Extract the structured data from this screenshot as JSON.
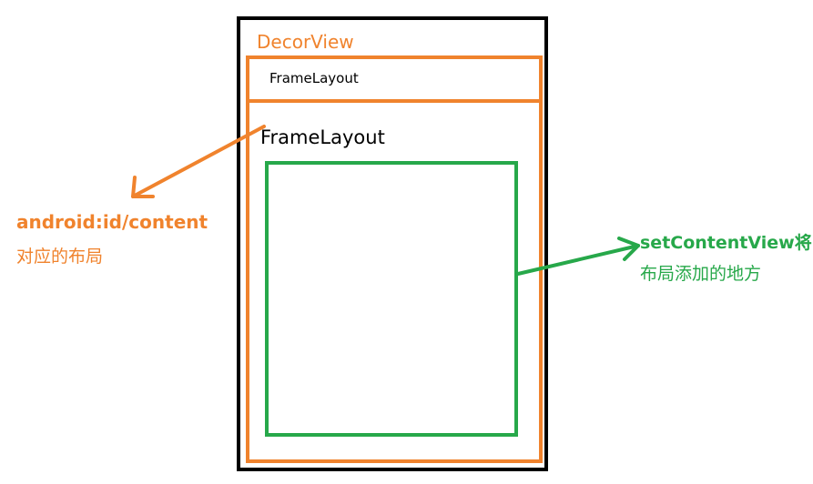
{
  "colors": {
    "orange": "#f0832d",
    "green": "#27a84a",
    "black": "#000000"
  },
  "decor": {
    "label": "DecorView"
  },
  "title_frame": {
    "label": "FrameLayout"
  },
  "content_frame": {
    "label": "FrameLayout"
  },
  "left_annotation": {
    "line1": "android:id/content",
    "line2": "对应的布局"
  },
  "right_annotation": {
    "line1": "setContentView将",
    "line2": "布局添加的地方"
  }
}
